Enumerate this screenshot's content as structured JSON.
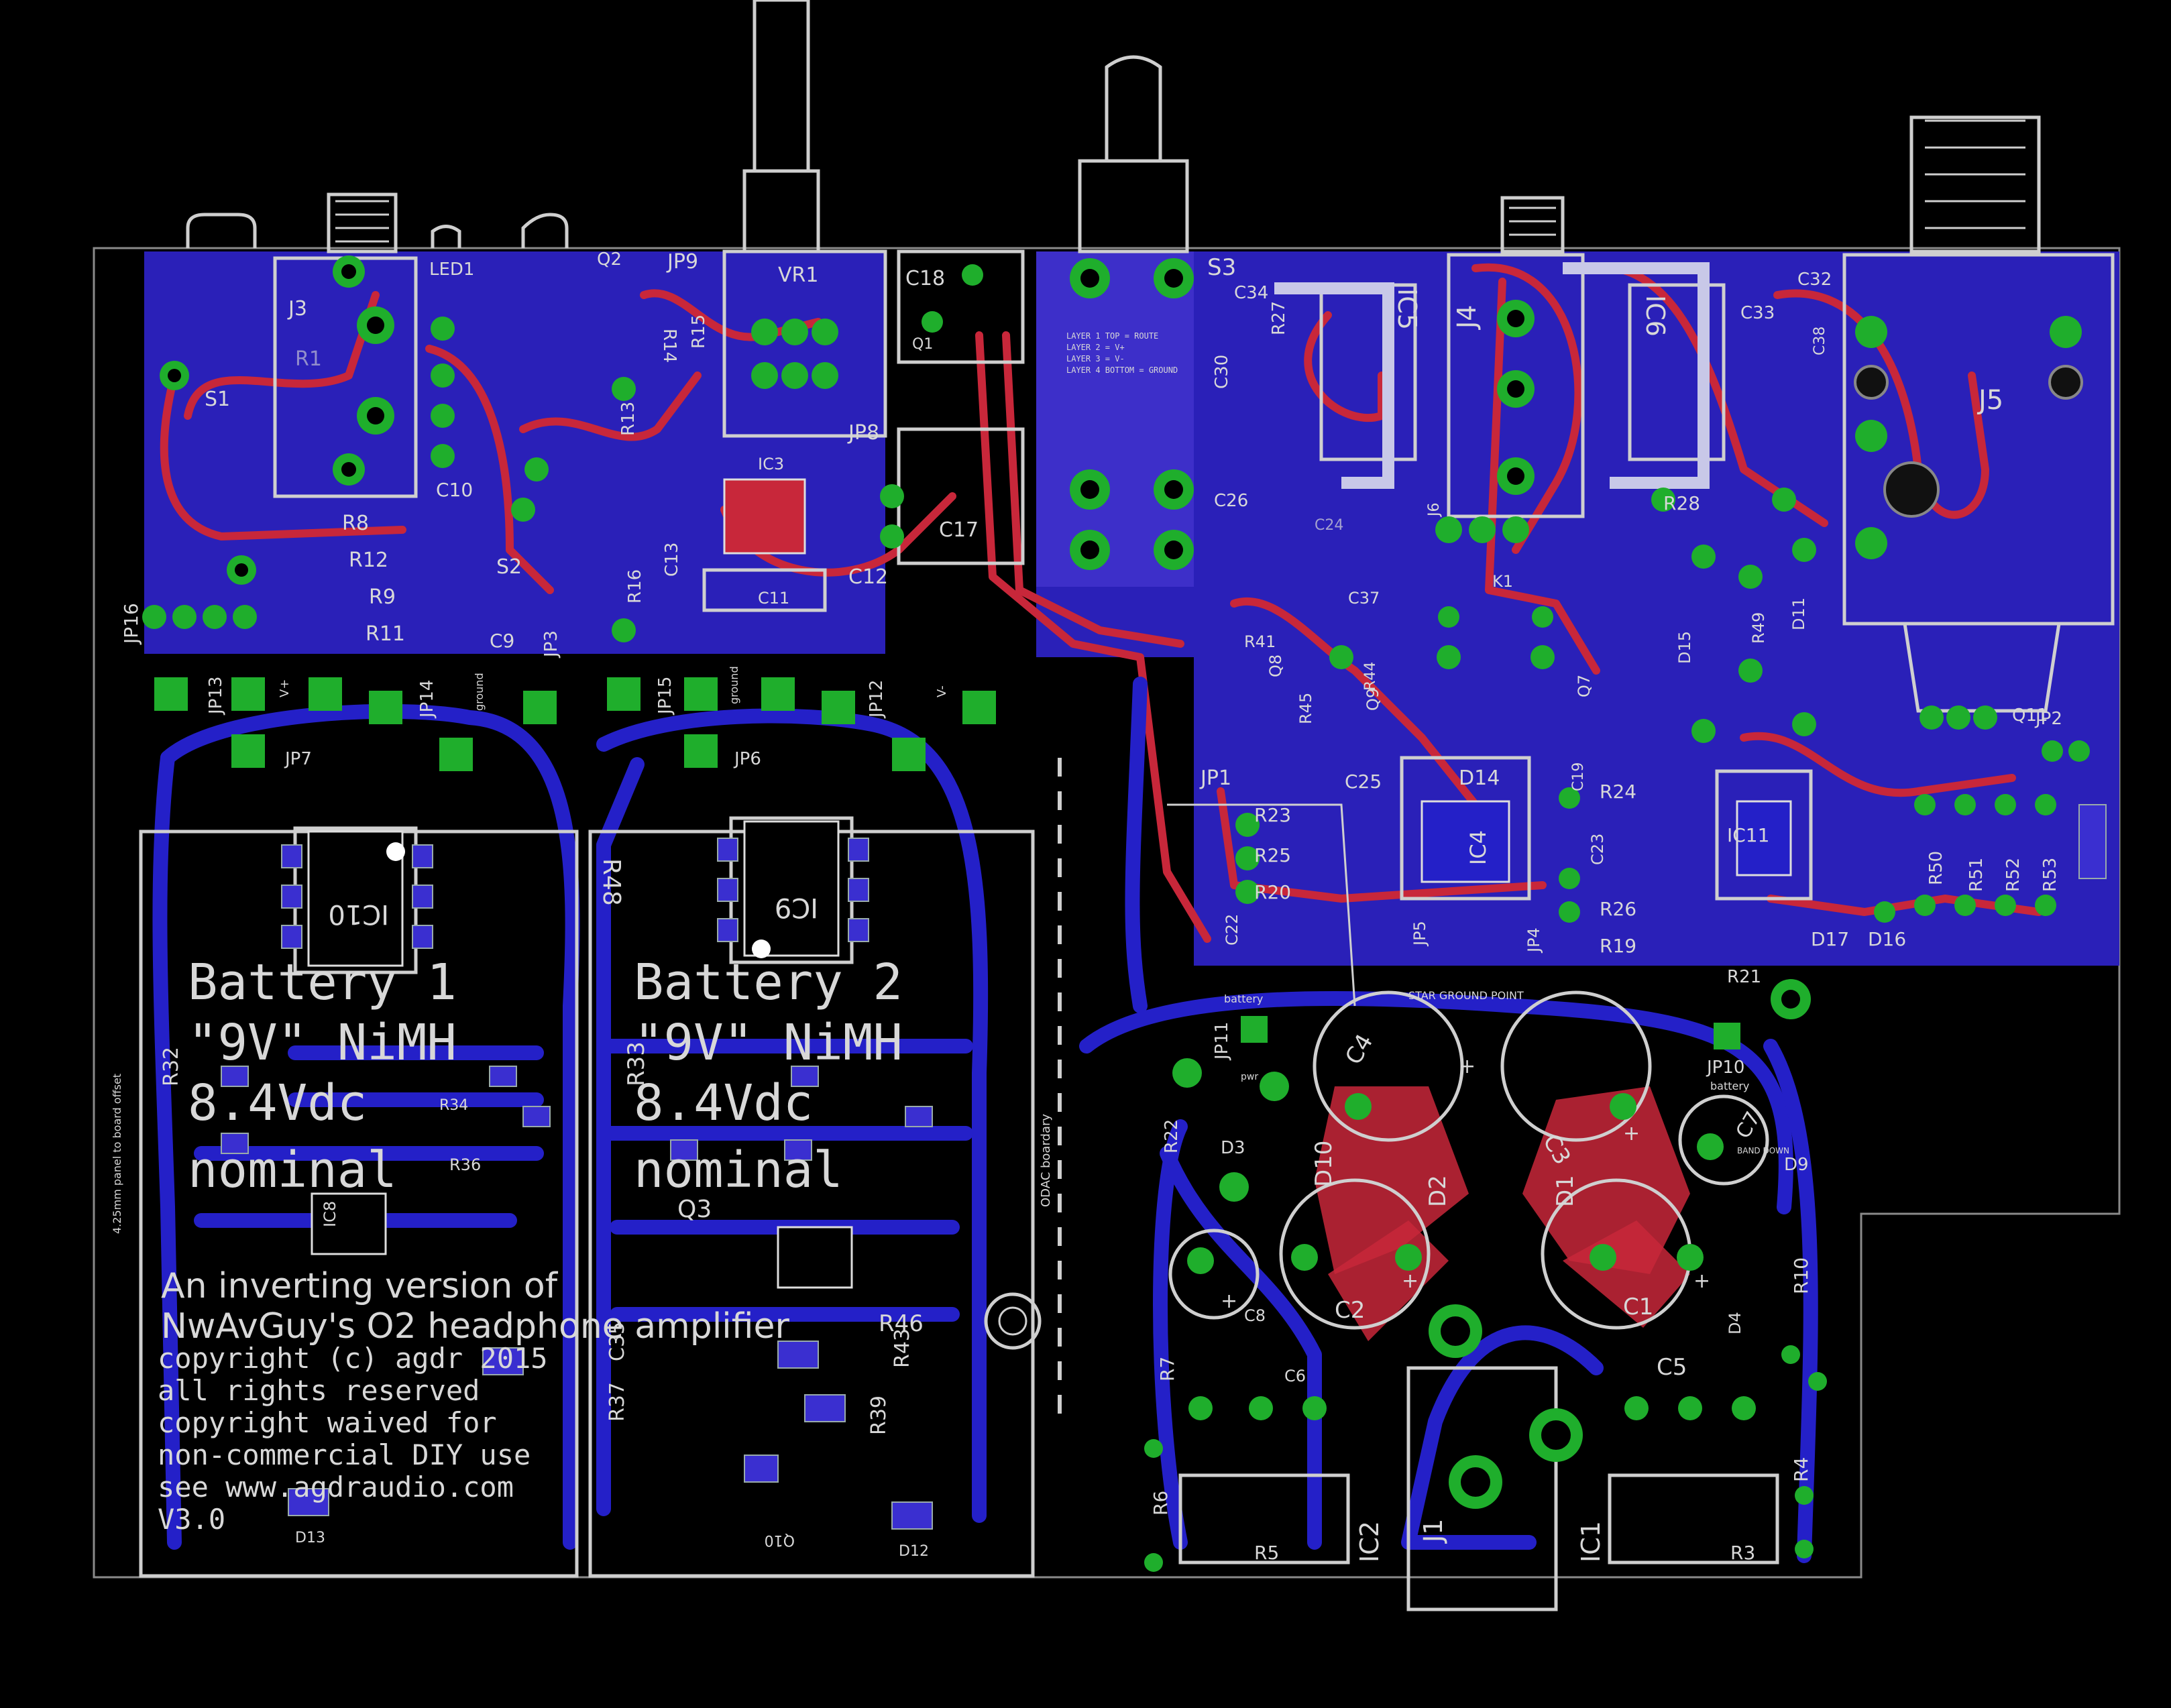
{
  "colors": {
    "background": "#000000",
    "plane_blue": "#2a20b8",
    "bottom_copper": "#2420c8",
    "top_copper": "#c8273a",
    "silkscreen": "#d8d8d8",
    "pad_green": "#1fae2c",
    "board_outline": "#9a9a9a"
  },
  "labels": {
    "j3": "J3",
    "s1": "S1",
    "r1": "R1",
    "led1": "LED1",
    "q2": "Q2",
    "jp9": "JP9",
    "r14": "R14",
    "r15": "R15",
    "vr1": "VR1",
    "c18": "C18",
    "q1": "Q1",
    "s3": "S3",
    "c34": "C34",
    "ic5": "IC5",
    "r27": "R27",
    "c30": "C30",
    "j4": "J4",
    "ic6": "IC6",
    "c33": "C33",
    "c32": "C32",
    "c38": "C38",
    "j5": "J5",
    "r8": "R8",
    "r12": "R12",
    "r9": "R9",
    "r11": "R11",
    "c10": "C10",
    "c9": "C9",
    "s2": "S2",
    "jp3": "JP3",
    "r13": "R13",
    "r16": "R16",
    "c13": "C13",
    "ic3": "IC3",
    "c11": "C11",
    "c12": "C12",
    "jp8": "JP8",
    "c17": "C17",
    "jp16": "JP16",
    "jp13": "JP13",
    "jp14": "JP14",
    "jp15": "JP15",
    "jp12": "JP12",
    "jp7": "JP7",
    "jp6": "JP6",
    "c26": "C26",
    "c24": "C24",
    "j6": "J6",
    "k1": "K1",
    "r28": "R28",
    "c37": "C37",
    "r41": "R41",
    "q8": "Q8",
    "r45": "R45",
    "r44": "R44",
    "q9": "Q9",
    "d14": "D14",
    "q7": "Q7",
    "d15": "D15",
    "r49": "R49",
    "d11": "D11",
    "jp1": "JP1",
    "c25": "C25",
    "r23": "R23",
    "r25": "R25",
    "r20": "R20",
    "c22": "C22",
    "jp5": "JP5",
    "ic4": "IC4",
    "c19": "C19",
    "r24": "R24",
    "c23": "C23",
    "r26": "R26",
    "r19": "R19",
    "jp4": "JP4",
    "ic11": "IC11",
    "r50": "R50",
    "r51": "R51",
    "r52": "R52",
    "r53": "R53",
    "q11": "Q11",
    "jp2": "JP2",
    "d17": "D17",
    "d16": "D16",
    "ic10": "IC10",
    "ic9": "IC9",
    "ic8": "IC8",
    "r48": "R48",
    "q3": "Q3",
    "r36": "R36",
    "r34": "R34",
    "d13": "D13",
    "d12": "D12",
    "q10": "Q10",
    "r46": "R46",
    "r43": "R43",
    "r39": "R39",
    "r37": "R37",
    "c35": "C35",
    "r33": "R33",
    "r32": "R32",
    "r21": "R21",
    "jp10": "JP10",
    "jp11": "JP11",
    "r22": "R22",
    "d3": "D3",
    "c4": "C4",
    "c3": "C3",
    "d10": "D10",
    "d2": "D2",
    "d1": "D1",
    "c7": "C7",
    "d9": "D9",
    "c2": "C2",
    "c1": "C1",
    "c8": "C8",
    "c6": "C6",
    "c5": "C5",
    "d4": "D4",
    "r10": "R10",
    "r7": "R7",
    "r6": "R6",
    "r5": "R5",
    "ic2": "IC2",
    "j1": "J1",
    "ic1": "IC1",
    "r3": "R3",
    "r4": "R4",
    "plus": "+",
    "v_plus": "V+",
    "v_minus": "V-",
    "ground": "ground",
    "battery": "battery",
    "pwr": "pwr",
    "star_ground": "STAR GROUND POINT",
    "band_down": "BAND DOWN",
    "odac": "ODAC boardary",
    "offset": "4.25mm panel to board offset",
    "layer_notes": [
      "LAYER 1 TOP = ROUTE",
      "LAYER 2 = V+",
      "LAYER 3 = V-",
      "LAYER 4 BOTTOM = GROUND"
    ]
  },
  "text_blocks": {
    "battery1": [
      "Battery 1",
      "\"9V\" NiMH",
      "8.4Vdc",
      "nominal"
    ],
    "battery2": [
      "Battery 2",
      "\"9V\" NiMH",
      "8.4Vdc",
      "nominal"
    ],
    "credits_title": [
      "An inverting version of",
      "NwAvGuy's O2 headphone amplifier"
    ],
    "credits_body": [
      "copyright (c) agdr 2015",
      "all rights reserved",
      "copyright waived for",
      "non-commercial DIY use",
      "see www.agdraudio.com",
      "V3.0"
    ]
  }
}
